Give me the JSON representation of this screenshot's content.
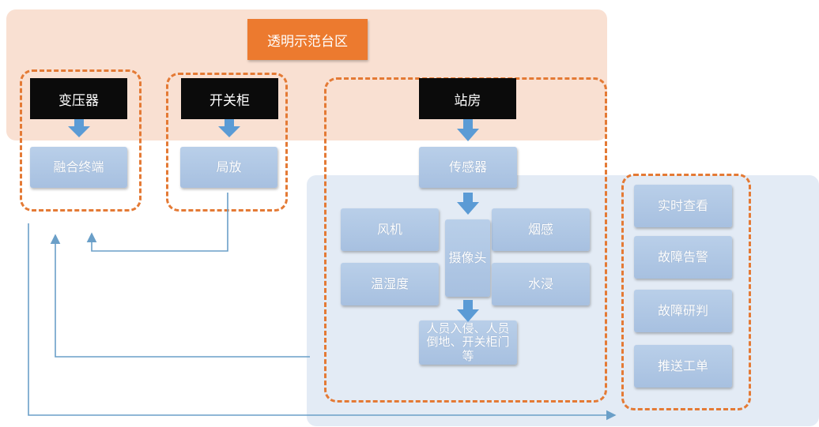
{
  "title": "透明示范台区",
  "groups": {
    "transformer": {
      "header": "变压器",
      "node": "融合终端"
    },
    "switchgear": {
      "header": "开关柜",
      "node": "局放"
    },
    "station": {
      "header": "站房",
      "sensor": "传感器",
      "fan": "风机",
      "smoke": "烟感",
      "camera": "摄像头",
      "humidity": "温湿度",
      "water": "水浸",
      "intrusion": "人员入侵、人员倒地、开关柜门等"
    },
    "functions": [
      "实时查看",
      "故障告警",
      "故障研判",
      "推送工单"
    ]
  },
  "colors": {
    "orange": "#e47a35",
    "title_bg": "#ec7a2f",
    "top_zone": "#f9e0d2",
    "bottom_zone": "#e3ebf5",
    "arrow_blue": "#5b9bd5",
    "connector": "#6a9fc8"
  }
}
